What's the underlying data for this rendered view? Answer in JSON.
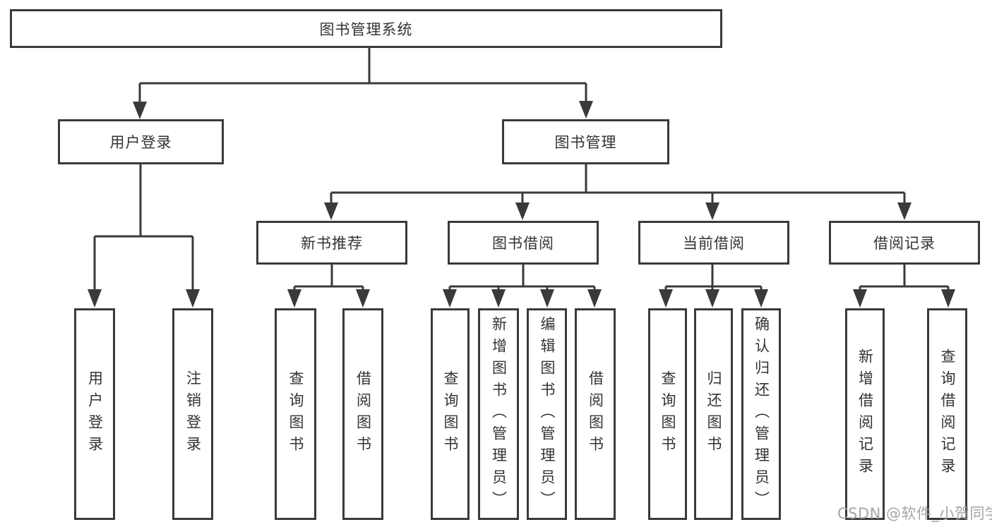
{
  "tree": {
    "root": {
      "label": "图书管理系统",
      "children": [
        {
          "label": "用户登录",
          "children": [
            {
              "label": "用户登录"
            },
            {
              "label": "注销登录"
            }
          ]
        },
        {
          "label": "图书管理",
          "children": [
            {
              "label": "新书推荐",
              "children": [
                {
                  "label": "查询图书"
                },
                {
                  "label": "借阅图书"
                }
              ]
            },
            {
              "label": "图书借阅",
              "children": [
                {
                  "label": "查询图书"
                },
                {
                  "label": "新增图书（管理员）"
                },
                {
                  "label": "编辑图书（管理员）"
                },
                {
                  "label": "借阅图书"
                }
              ]
            },
            {
              "label": "当前借阅",
              "children": [
                {
                  "label": "查询图书"
                },
                {
                  "label": "归还图书"
                },
                {
                  "label": "确认归还（管理员）"
                }
              ]
            },
            {
              "label": "借阅记录",
              "children": [
                {
                  "label": "新增借阅记录"
                },
                {
                  "label": "查询借阅记录"
                }
              ]
            }
          ]
        }
      ]
    }
  },
  "watermark": {
    "text": "CSDN @软件_小贺同学",
    "color": "#a5a5a5"
  },
  "colors": {
    "line": "#3a3a3a",
    "border": "#3a3a3a",
    "text": "#333333",
    "background": "#ffffff",
    "box_fill": "#ffffff"
  }
}
